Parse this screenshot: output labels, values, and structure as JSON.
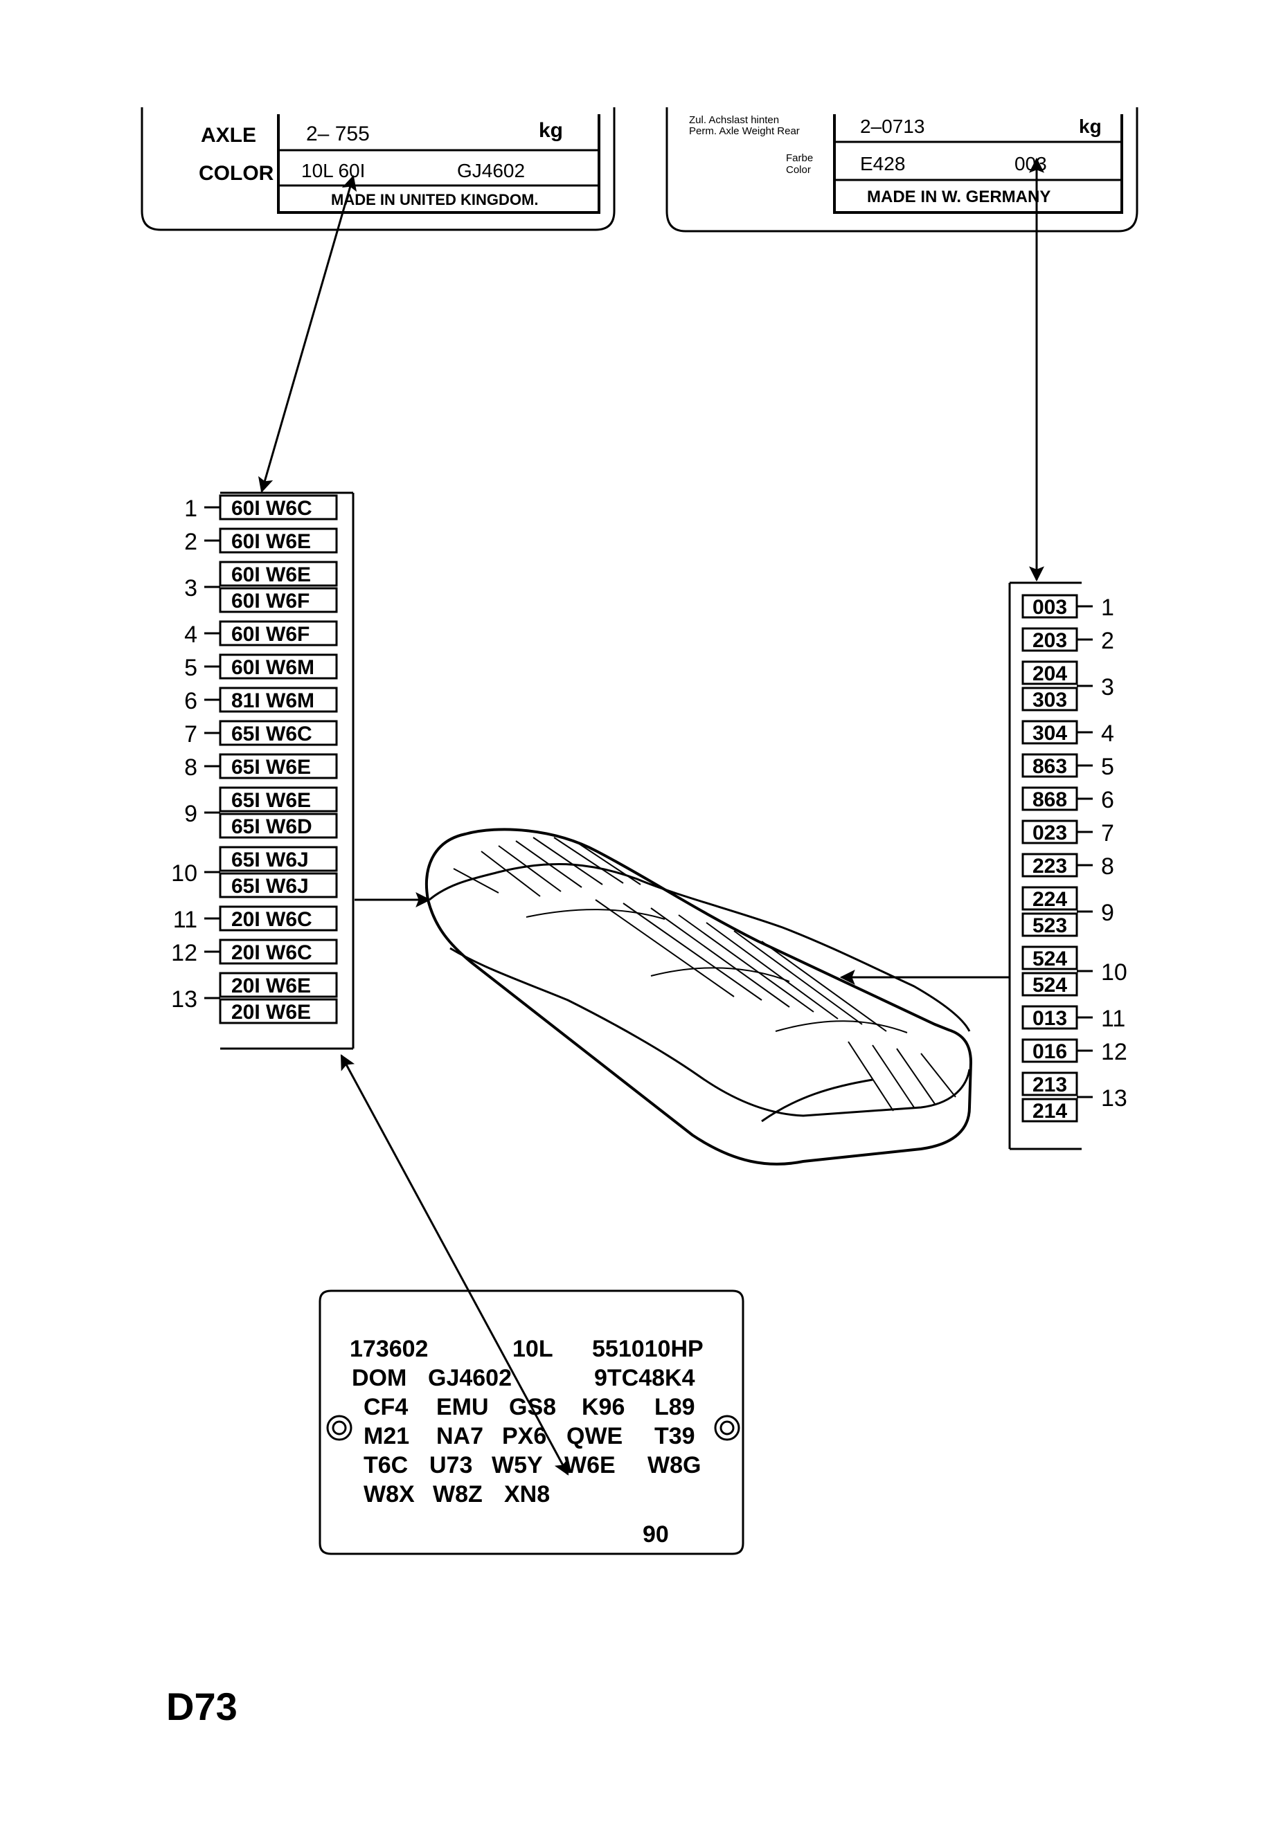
{
  "label_uk": {
    "axle_label": "AXLE",
    "axle_value": "2–  755",
    "axle_unit": "kg",
    "color_label": "COLOR",
    "color_code": "10L 60I",
    "color_ref": "GJ4602",
    "made_in": "MADE IN UNITED KINGDOM."
  },
  "label_de": {
    "axle_label_de": "Zul. Achslast hinten",
    "axle_label_en": "Perm. Axle Weight Rear",
    "axle_value": "2–0713",
    "axle_unit": "kg",
    "color_label_de": "Farbe",
    "color_label_en": "Color",
    "color_code": "E428",
    "color_ref": "003",
    "made_in": "MADE  IN  W.  GERMANY"
  },
  "left_list": [
    {
      "num": "1",
      "codes": [
        "60I   W6C"
      ]
    },
    {
      "num": "2",
      "codes": [
        "60I   W6E"
      ]
    },
    {
      "num": "3",
      "codes": [
        "60I   W6E",
        "60I   W6F"
      ]
    },
    {
      "num": "4",
      "codes": [
        "60I   W6F"
      ]
    },
    {
      "num": "5",
      "codes": [
        "60I   W6M"
      ]
    },
    {
      "num": "6",
      "codes": [
        "81I  W6M"
      ]
    },
    {
      "num": "7",
      "codes": [
        "65I   W6C"
      ]
    },
    {
      "num": "8",
      "codes": [
        "65I   W6E"
      ]
    },
    {
      "num": "9",
      "codes": [
        "65I   W6E",
        "65I   W6D"
      ]
    },
    {
      "num": "10",
      "codes": [
        "65I   W6J",
        "65I   W6J"
      ]
    },
    {
      "num": "11",
      "codes": [
        "20I   W6C"
      ]
    },
    {
      "num": "12",
      "codes": [
        "20I   W6C"
      ]
    },
    {
      "num": "13",
      "codes": [
        "20I   W6E",
        "20I   W6E"
      ]
    }
  ],
  "right_list": [
    {
      "num": "1",
      "codes": [
        "003"
      ]
    },
    {
      "num": "2",
      "codes": [
        "203"
      ]
    },
    {
      "num": "3",
      "codes": [
        "204",
        "303"
      ]
    },
    {
      "num": "4",
      "codes": [
        "304"
      ]
    },
    {
      "num": "5",
      "codes": [
        "863"
      ]
    },
    {
      "num": "6",
      "codes": [
        "868"
      ]
    },
    {
      "num": "7",
      "codes": [
        "023"
      ]
    },
    {
      "num": "8",
      "codes": [
        "223"
      ]
    },
    {
      "num": "9",
      "codes": [
        "224",
        "523"
      ]
    },
    {
      "num": "10",
      "codes": [
        "524",
        "524"
      ]
    },
    {
      "num": "11",
      "codes": [
        "013"
      ]
    },
    {
      "num": "12",
      "codes": [
        "016"
      ]
    },
    {
      "num": "13",
      "codes": [
        "213",
        "214"
      ]
    }
  ],
  "plate": {
    "rows": [
      [
        "173602",
        "10L",
        "551010HP"
      ],
      [
        "DOM",
        "GJ4602",
        "9TC48K4"
      ],
      [
        "CF4",
        "EMU",
        "GS8",
        "K96",
        "L89"
      ],
      [
        "M21",
        "NA7",
        "PX6",
        "QWE",
        "T39"
      ],
      [
        "T6C",
        "U73",
        "W5Y",
        "W6E",
        "W8G"
      ],
      [
        "W8X",
        "W8Z",
        "XN8"
      ]
    ],
    "footer": "90"
  },
  "page_code": "D73"
}
